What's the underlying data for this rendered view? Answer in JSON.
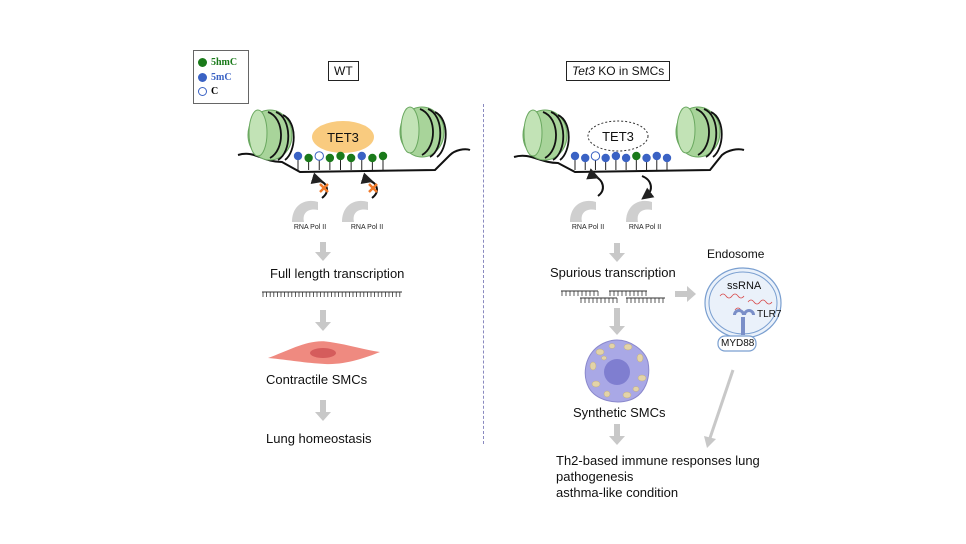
{
  "legend": {
    "items": [
      {
        "label": "5hmC",
        "color": "#1a7a1a",
        "text_color": "#1a7a1a",
        "filled": true
      },
      {
        "label": "5mC",
        "color": "#3a62c4",
        "text_color": "#3a62c4",
        "filled": true
      },
      {
        "label": "C",
        "color": "#3a62c4",
        "text_color": "#000000",
        "filled": false
      }
    ]
  },
  "left_panel": {
    "title": "WT",
    "enzyme_label": "TET3",
    "polymerase_labels": [
      "RNA Pol II",
      "RNA Pol II"
    ],
    "cpg_sites": [
      "5mC",
      "5hmC",
      "C",
      "5hmC",
      "5hmC",
      "5hmC",
      "5mC",
      "5hmC",
      "5hmC"
    ],
    "steps": {
      "transcription": "Full length transcription",
      "cell_state": "Contractile SMCs",
      "outcome": "Lung homeostasis"
    }
  },
  "right_panel": {
    "title_italic": "Tet3",
    "title_rest": " KO in SMCs",
    "enzyme_label": "TET3",
    "polymerase_labels": [
      "RNA Pol II",
      "RNA Pol II"
    ],
    "cpg_sites": [
      "5mC",
      "5mC",
      "C",
      "5mC",
      "5mC",
      "5mC",
      "5hmC",
      "5mC",
      "5mC",
      "5mC"
    ],
    "steps": {
      "transcription": "Spurious transcription",
      "cell_state": "Synthetic SMCs",
      "outcome_lines": [
        "Th2-based immune responses lung",
        "pathogenesis",
        "asthma-like condition"
      ]
    },
    "endosome": {
      "title": "Endosome",
      "ssrna_label": "ssRNA",
      "receptor_label": "TLR7",
      "adaptor_label": "MYD88"
    }
  },
  "colors": {
    "nucleosome": "#a8d49a",
    "tet3_active": "#f9cb7f",
    "mC": "#3a62c4",
    "hmC": "#1a7a1a",
    "block": "#f07a2a",
    "arrow": "#c8c8c8",
    "contractile_cell": "#ef8a80",
    "synthetic_cell": "#a9a8e6",
    "endosome": "#7a9fd0"
  }
}
